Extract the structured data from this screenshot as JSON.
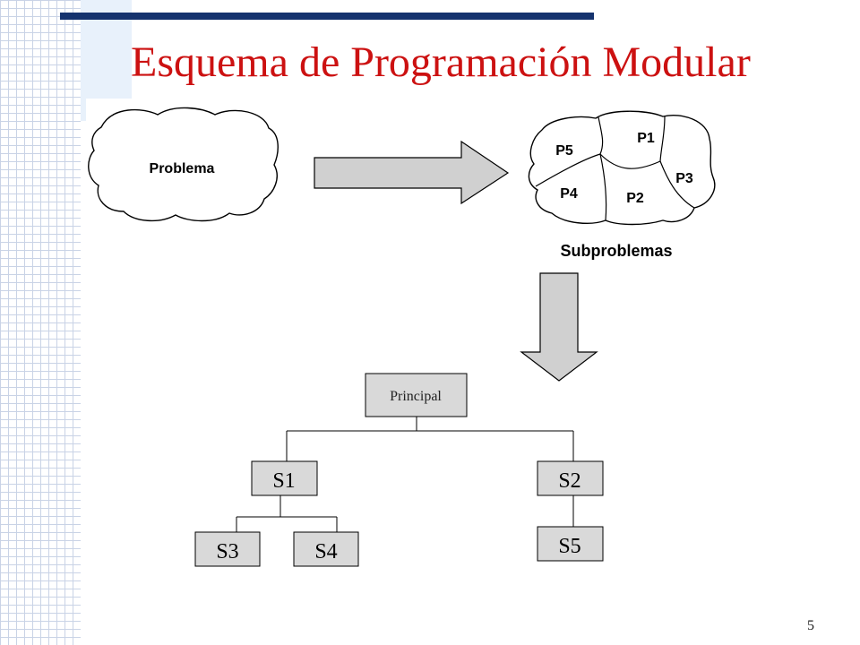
{
  "slide": {
    "title": "Esquema de Programación Modular",
    "page_number": "5"
  },
  "diagram": {
    "problem_label": "Problema",
    "subproblems_label": "Subproblemas",
    "pieces": [
      "P5",
      "P1",
      "P3",
      "P4",
      "P2"
    ],
    "tree": {
      "root": "Principal",
      "level1": [
        "S1",
        "S2"
      ],
      "s1_children": [
        "S3",
        "S4"
      ],
      "s2_children": [
        "S5"
      ]
    }
  }
}
